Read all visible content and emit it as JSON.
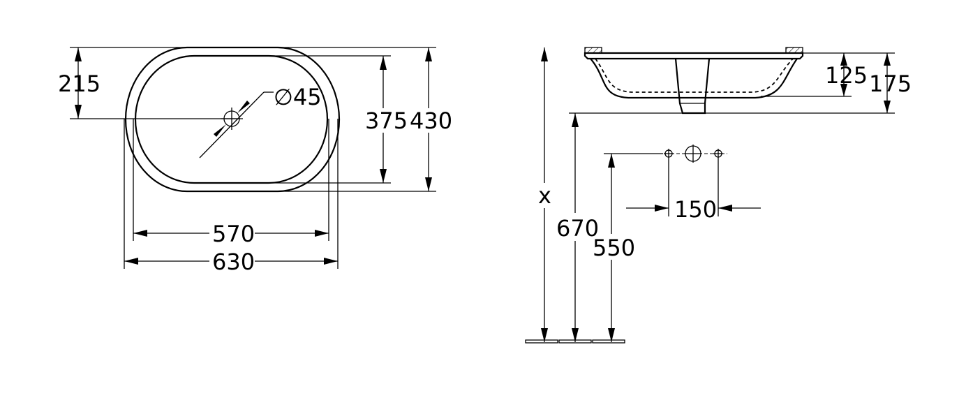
{
  "top_view": {
    "dim_215": "215",
    "dim_diameter": "∅45",
    "dim_375": "375",
    "dim_430": "430",
    "dim_570": "570",
    "dim_630": "630"
  },
  "side_view": {
    "dim_125": "125",
    "dim_175": "175",
    "dim_x": "x",
    "dim_670": "670",
    "dim_550": "550",
    "dim_150": "150"
  }
}
